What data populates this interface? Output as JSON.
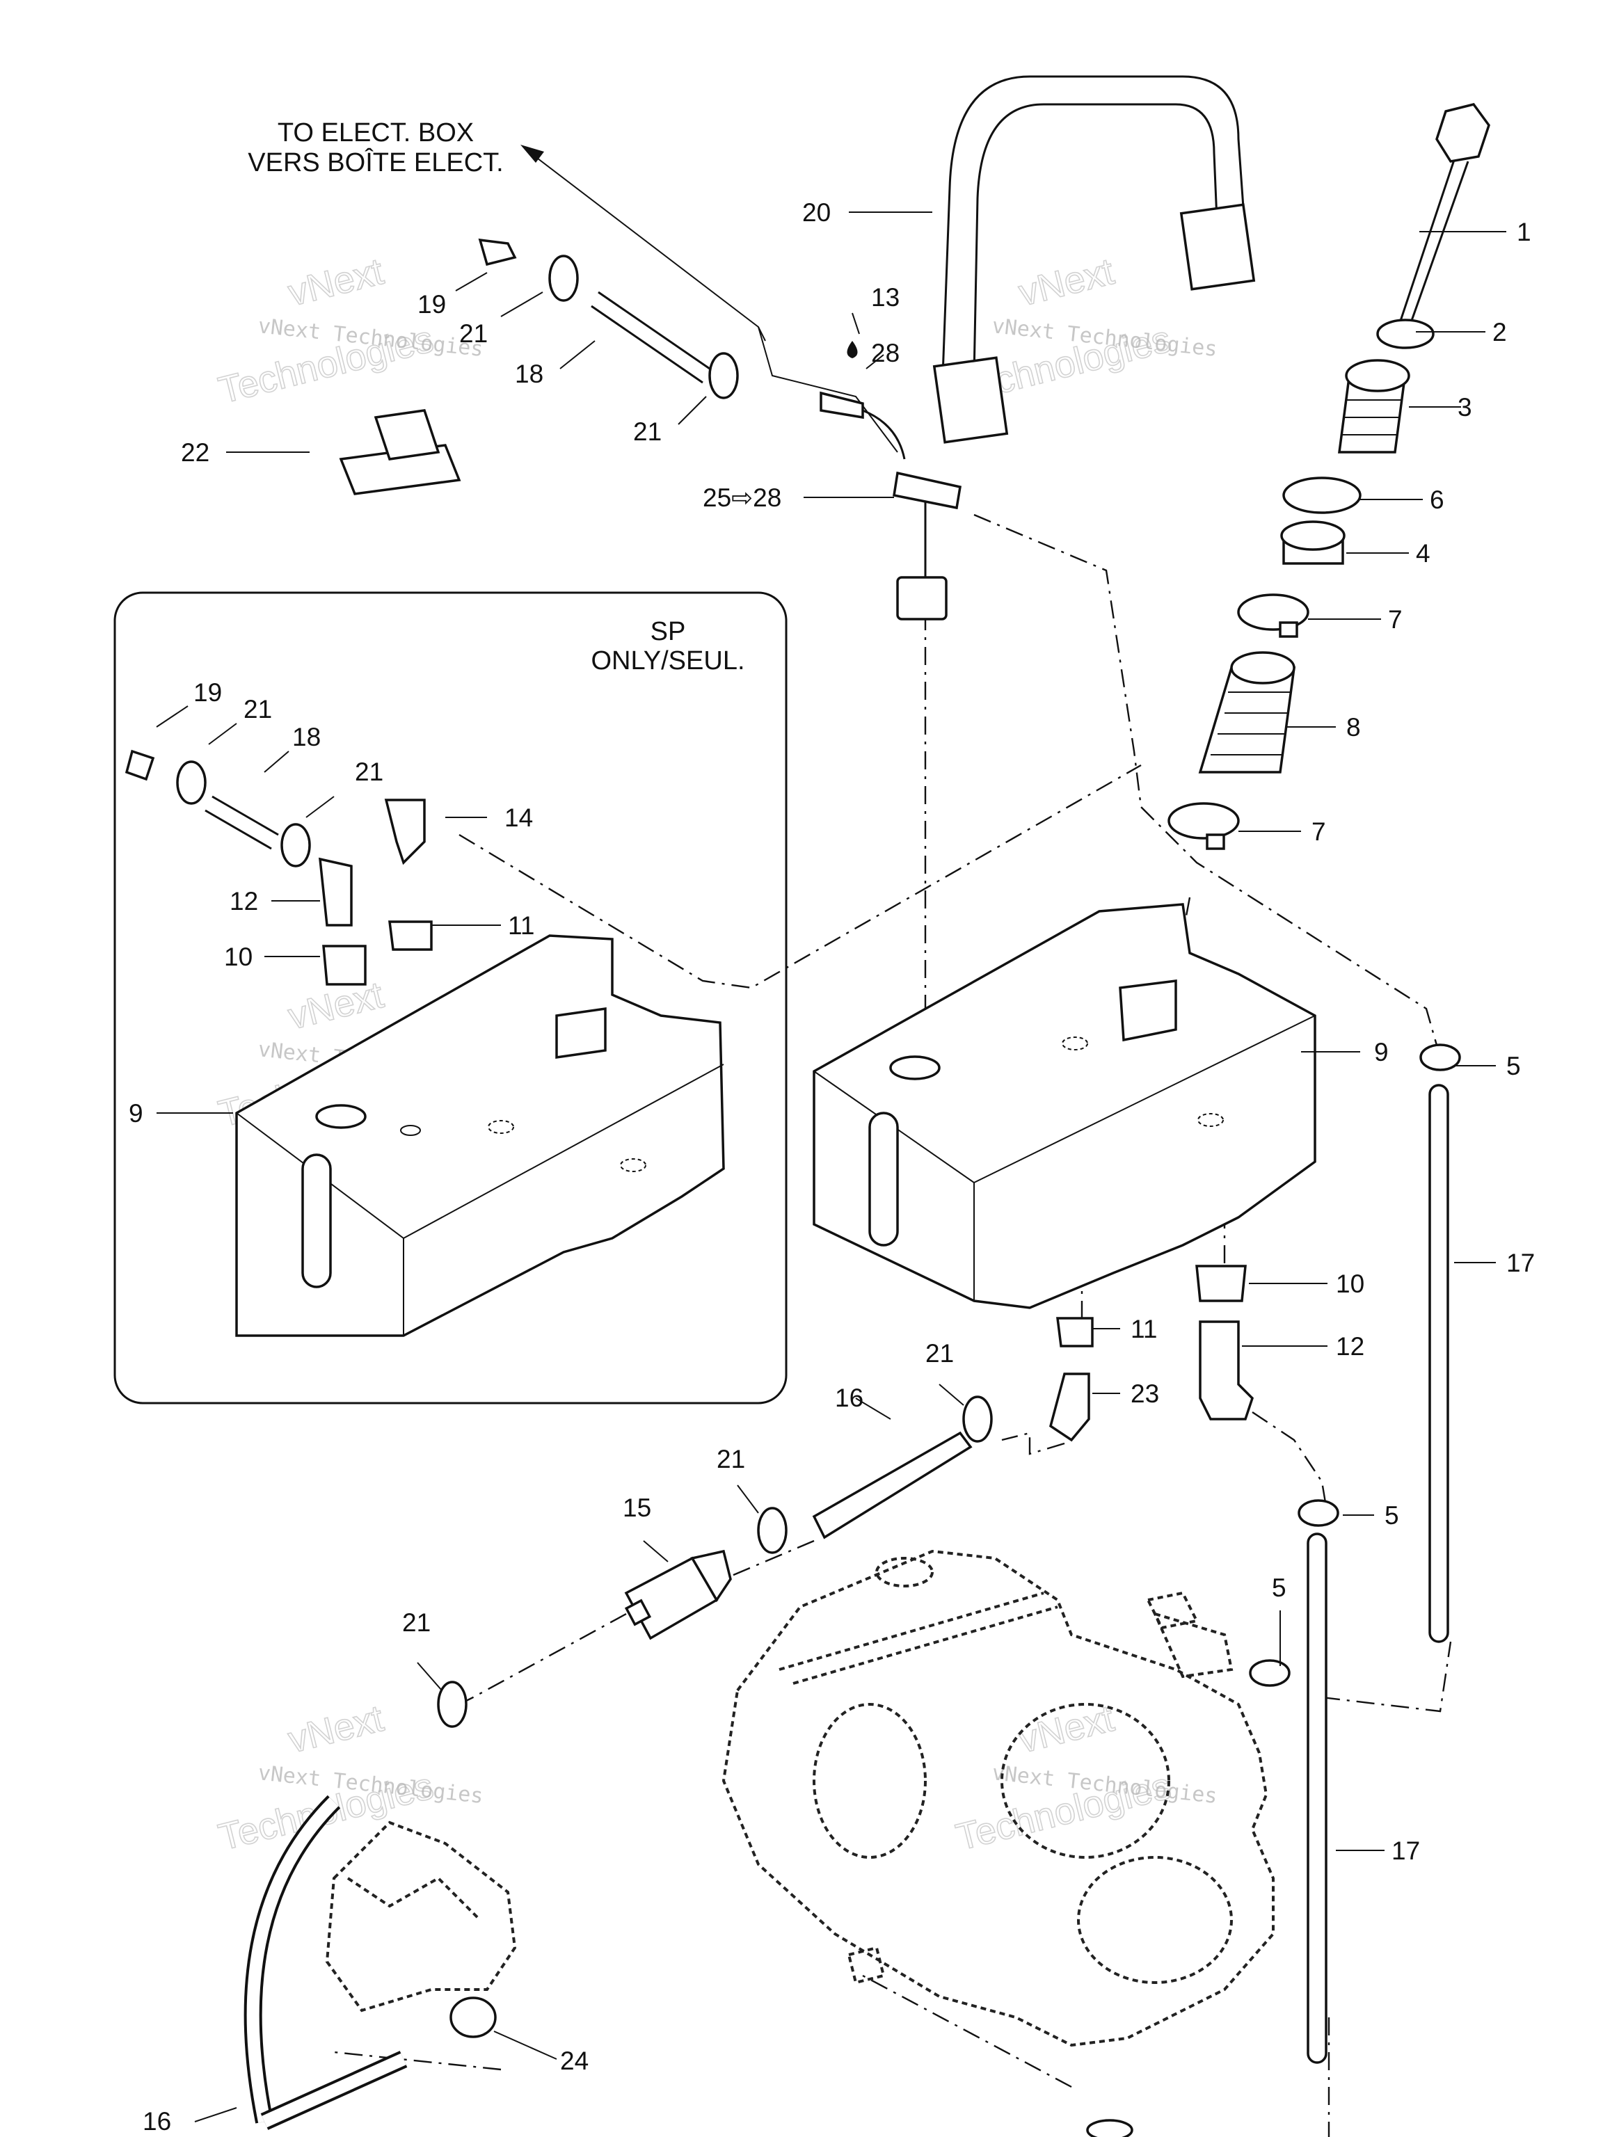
{
  "notes": {
    "to_box_line1": "TO ELECT. BOX",
    "to_box_line2": "VERS BOÎTE ELECT.",
    "inset_line1": "SP",
    "inset_line2": "ONLY/SEUL."
  },
  "watermark": {
    "line1": "vNext",
    "line2": "vNext Technologies",
    "line3": "Technologies"
  },
  "labels": {
    "p1": "1",
    "p2": "2",
    "p3": "3",
    "p6": "6",
    "p4": "4",
    "p7a": "7",
    "p8": "8",
    "p7b": "7",
    "p9r": "9",
    "p5a": "5",
    "p17a": "17",
    "p10r": "10",
    "p11r": "11",
    "p12r": "12",
    "p23": "23",
    "p5b": "5",
    "p5c": "5",
    "p17b": "17",
    "p20": "20",
    "p13": "13",
    "p28": "28",
    "p2528": "25⇨28",
    "p19a": "19",
    "p21a": "21",
    "p18a": "18",
    "p21b": "21",
    "p22": "22",
    "p19b": "19",
    "p21c": "21",
    "p18b": "18",
    "p21d": "21",
    "p14": "14",
    "p12l": "12",
    "p11l": "11",
    "p10l": "10",
    "p9l": "9",
    "p16a": "16",
    "p21e": "21",
    "p21f": "21",
    "p15": "15",
    "p21g": "21",
    "p24": "24",
    "p16b": "16"
  }
}
